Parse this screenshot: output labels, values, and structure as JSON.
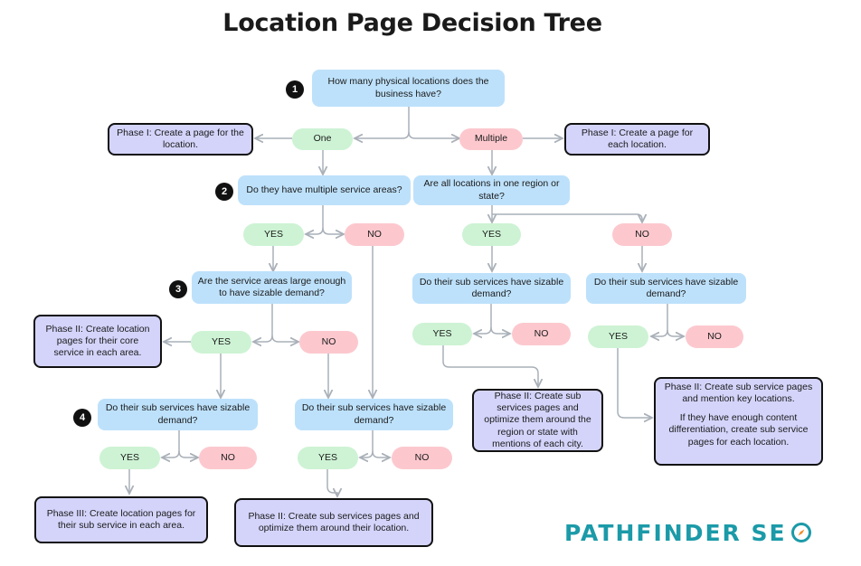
{
  "title": "Location Page Decision Tree",
  "badges": [
    "1",
    "2",
    "3",
    "4"
  ],
  "q1": "How many physical locations does the business have?",
  "one": "One",
  "multiple": "Multiple",
  "phase_one_location": "Phase I: Create a page for the location.",
  "phase_each_location": "Phase I: Create a page for each location.",
  "q2": "Do they have multiple service areas?",
  "q_region": "Are all locations in one region or state?",
  "yes": "YES",
  "no": "NO",
  "q3": "Are the service areas large enough to have sizable demand?",
  "q_sub_services": "Do their sub services have sizable demand?",
  "phase_core_service": "Phase II: Create location pages for their core service in each area.",
  "phase_region": "Phase II: Create sub services pages and optimize them around the region or state with mentions of each city.",
  "phase_key_locations_1": "Phase II: Create sub service pages and mention key locations.",
  "phase_key_locations_2": "If they have enough content differentiation, create sub service pages for each location.",
  "phase_sub_each_area": "Phase III: Create location pages for their sub service in each area.",
  "phase_sub_location": "Phase II: Create sub services pages and optimize them around their location.",
  "logo_text": "PATHFINDER SE",
  "colors": {
    "question": "#bde1fb",
    "yes": "#cdf3d4",
    "no": "#fcc8ce",
    "phase": "#d4d4fb",
    "connector": "#a9b0b8",
    "logo": "#1b9aa8",
    "logo_accent": "#f28c28"
  }
}
